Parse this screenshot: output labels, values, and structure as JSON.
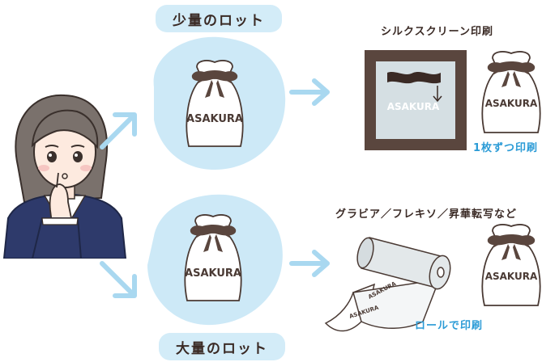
{
  "labels": {
    "small_lot": "少量のロット",
    "large_lot": "大量のロット",
    "silkscreen": "シルクスクリーン印刷",
    "one_by_one": "1枚ずつ印刷",
    "gravure": "グラビア／フレキソ／昇華転写など",
    "roll_print": "ロールで印刷"
  },
  "brand": "ASAKURA",
  "colors": {
    "blob": "#cde9f7",
    "arrow": "#a9d8f0",
    "ink": "#4a3a34",
    "accent": "#2b9bd6",
    "pill": "#d3ecf8"
  }
}
